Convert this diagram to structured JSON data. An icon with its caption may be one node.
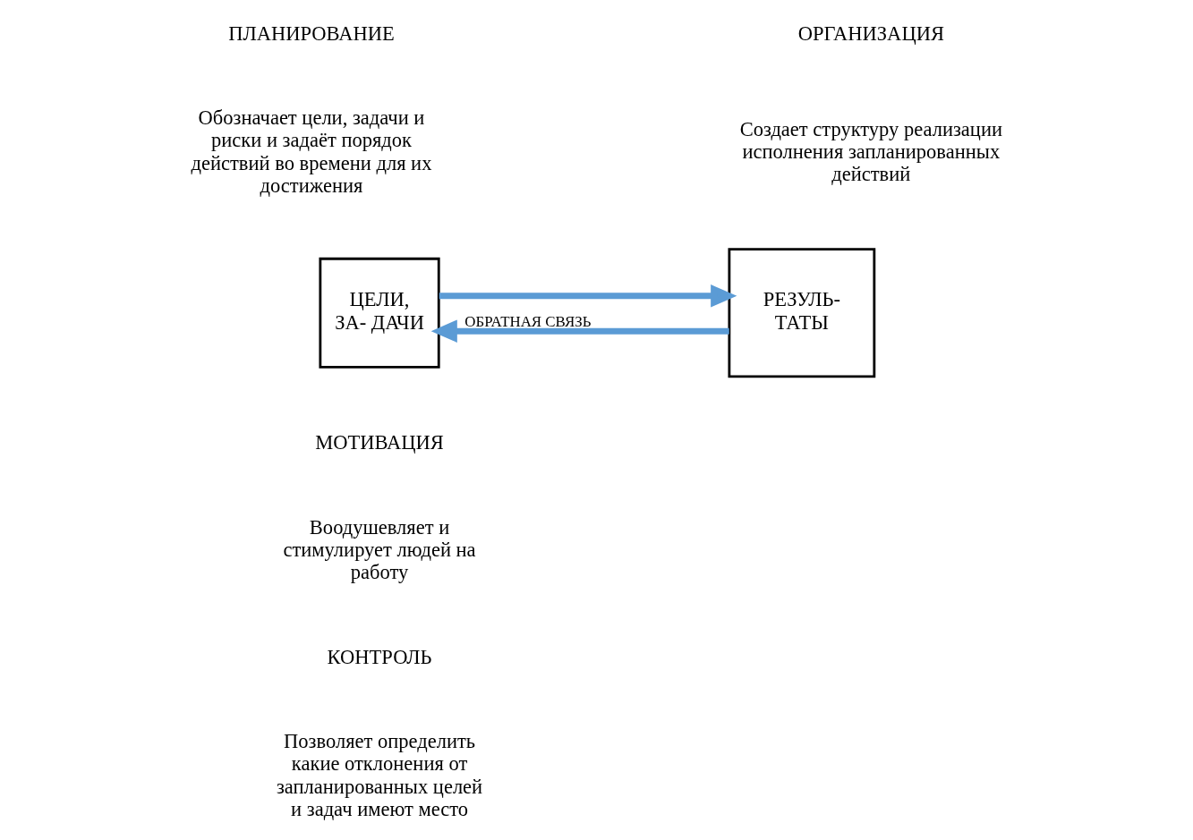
{
  "diagram": {
    "nodes": [
      {
        "text": [
          "ЦЕЛИ, ЗА- ДАЧИ"
        ]
      },
      {
        "text": [
          "РЕЗУЛЬ- ТАТЫ"
        ]
      }
    ],
    "edges": [
      {
        "from": 0,
        "to": 1,
        "arrow": "to"
      },
      {
        "from": 1,
        "to": 0,
        "arrow": "to",
        "label": "ОБРАТНАЯ СВЯЗЬ"
      }
    ],
    "labels": [
      "ПЛАНИРОВАНИЕ",
      "Обозначает цели, задачи и риски и задаёт порядок действий во времени для их достижения",
      "ОРГАНИЗАЦИЯ",
      "Создает структуру реализации исполнения запланированных действий",
      "МОТИВАЦИЯ",
      "Воодушевляет и стимулирует людей на работу",
      "КОНТРОЛЬ",
      "Позволяет определить какие отклонения от запланированных целей и задач имеют место"
    ]
  }
}
